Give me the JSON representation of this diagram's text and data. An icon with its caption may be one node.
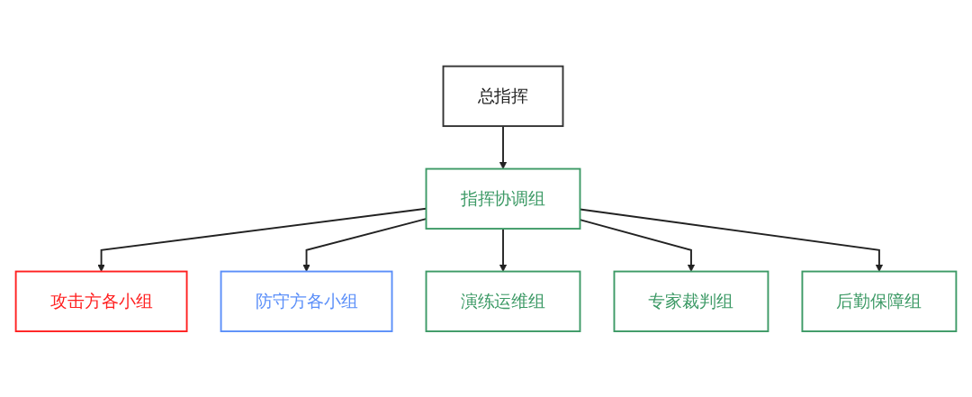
{
  "diagram": {
    "nodes": [
      {
        "text": [
          "总指挥"
        ]
      },
      {
        "text": [
          "指挥协调组"
        ]
      },
      {
        "text": [
          "攻击方各小组"
        ]
      },
      {
        "text": [
          "防守方各小组"
        ]
      },
      {
        "text": [
          "演练运维组"
        ]
      },
      {
        "text": [
          "专家裁判组"
        ]
      },
      {
        "text": [
          "后勤保障组"
        ]
      }
    ],
    "edges": [
      {
        "from": 0,
        "to": 1,
        "arrow": "to"
      },
      {
        "from": 1,
        "to": 2,
        "arrow": "to"
      },
      {
        "from": 1,
        "to": 3,
        "arrow": "to"
      },
      {
        "from": 1,
        "to": 4,
        "arrow": "to"
      },
      {
        "from": 1,
        "to": 5,
        "arrow": "to"
      },
      {
        "from": 1,
        "to": 6,
        "arrow": "to"
      }
    ]
  }
}
